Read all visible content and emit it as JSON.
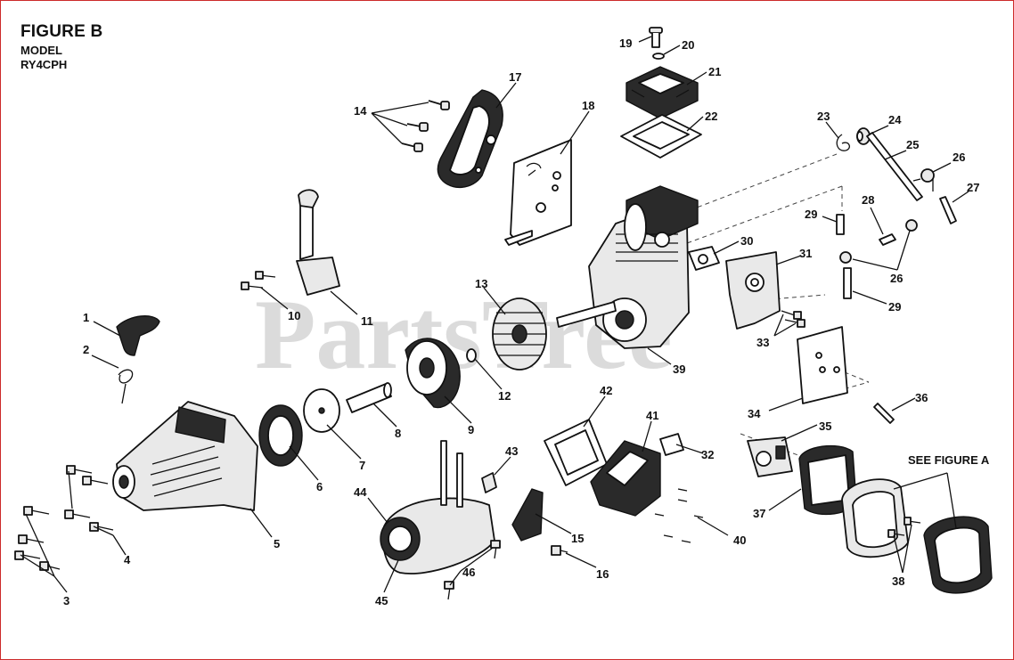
{
  "figure": {
    "title": "FIGURE B",
    "model_label": "MODEL",
    "model_number": "RY4CPH"
  },
  "watermark": "PartsTree",
  "see_figure": "SEE FIGURE A",
  "callouts": [
    "1",
    "2",
    "3",
    "4",
    "5",
    "6",
    "7",
    "8",
    "9",
    "10",
    "11",
    "12",
    "13",
    "14",
    "15",
    "16",
    "17",
    "18",
    "19",
    "20",
    "21",
    "22",
    "23",
    "24",
    "25",
    "26",
    "26",
    "27",
    "28",
    "29",
    "29",
    "30",
    "31",
    "32",
    "33",
    "34",
    "35",
    "36",
    "37",
    "38",
    "39",
    "40",
    "41",
    "42",
    "43",
    "44",
    "45",
    "46"
  ]
}
